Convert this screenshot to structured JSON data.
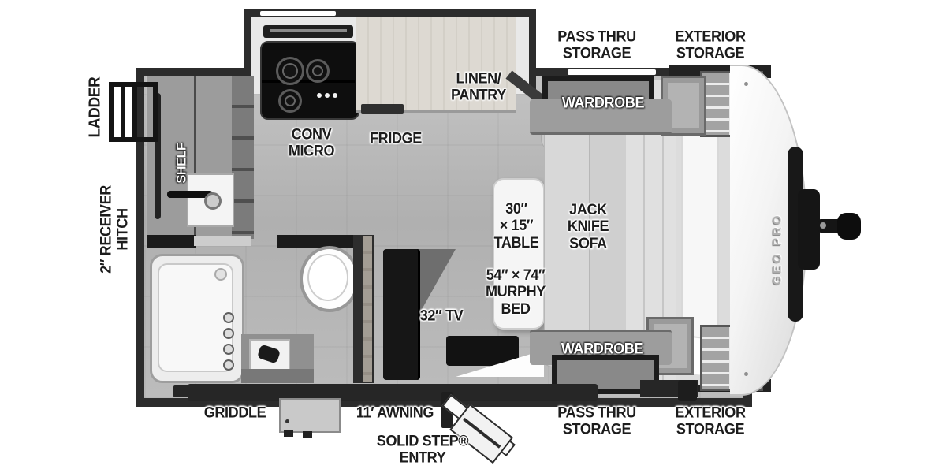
{
  "title": "Geo Pro travel trailer floor plan",
  "brand_logo": "GEO PRO",
  "colors": {
    "wall": "#2c2c2c",
    "floor": "#b4b4b4",
    "background": "#ffffff",
    "label_text": "#1c1c1c",
    "label_text_light": "#ffffff"
  },
  "exterior_labels": {
    "ladder": "LADDER",
    "receiver_hitch": "2″ RECEIVER\nHITCH",
    "pass_thru_storage_top": "PASS THRU\nSTORAGE",
    "exterior_storage_top": "EXTERIOR\nSTORAGE",
    "pass_thru_storage_bottom": "PASS THRU\nSTORAGE",
    "exterior_storage_bottom": "EXTERIOR\nSTORAGE",
    "griddle": "GRIDDLE",
    "awning": "11′ AWNING",
    "solid_step_entry": "SOLID STEP®\nENTRY"
  },
  "interior_labels": {
    "shelf": "SHELF",
    "conv_micro": "CONV\nMICRO",
    "fridge": "FRIDGE",
    "linen_pantry": "LINEN/\nPANTRY",
    "wardrobe_top": "WARDROBE",
    "table": "30″\n× 15″\nTABLE",
    "jack_knife_sofa": "JACK\nKNIFE\nSOFA",
    "murphy_bed": "54″ × 74″\nMURPHY\nBED",
    "tv": "32″ TV",
    "wardrobe_bottom": "WARDROBE"
  }
}
